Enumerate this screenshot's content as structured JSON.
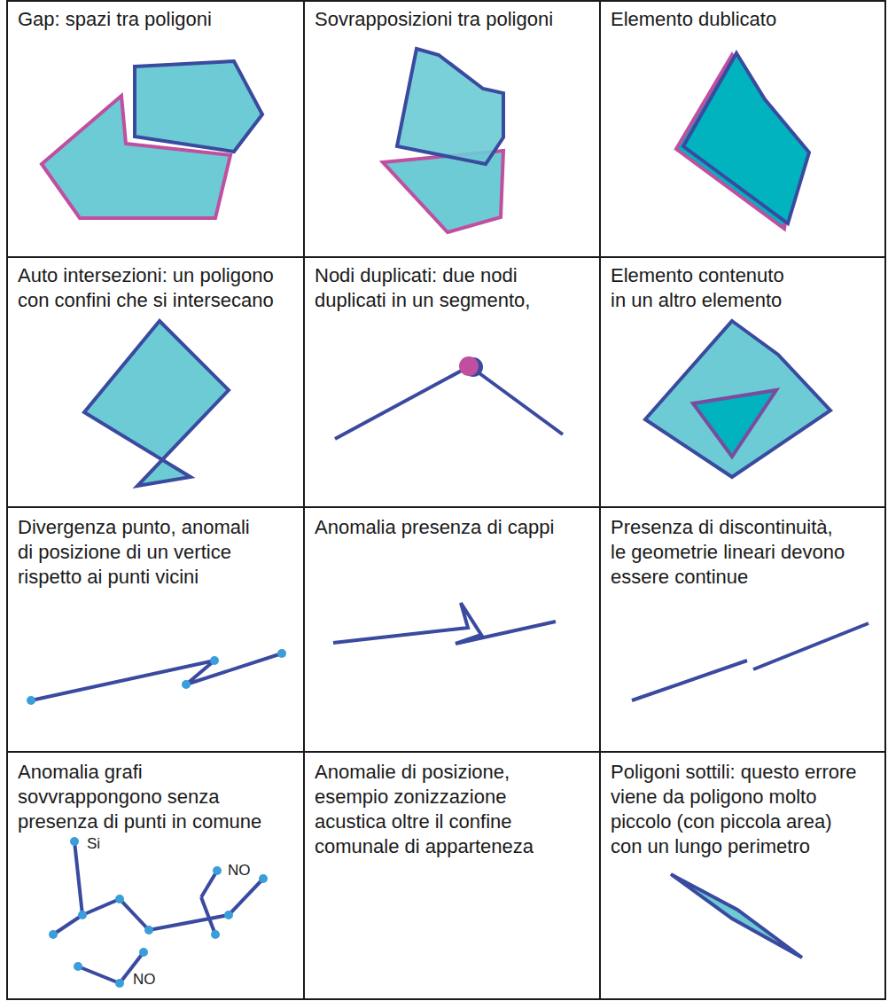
{
  "diagram": {
    "nodes": [
      {
        "text": [
          "Gap: spazi tra poligoni"
        ]
      },
      {
        "text": [
          "Sovrapposizioni tra poligoni"
        ]
      },
      {
        "text": [
          "Elemento dublicato"
        ]
      },
      {
        "text": [
          "Auto intersezioni: un poligono con confini che si intersecano"
        ]
      },
      {
        "text": [
          "Nodi duplicati: due nodi duplicati in un segmento,"
        ]
      },
      {
        "text": [
          "Elemento contenuto in un altro elemento"
        ]
      },
      {
        "text": [
          "Divergenza punto, anomali di posizione di un vertice rispetto ai punti vicini"
        ]
      },
      {
        "text": [
          "Anomalia presenza di cappi"
        ]
      },
      {
        "text": [
          "Presenza di discontinuità, le geometrie lineari devono essere continue"
        ]
      },
      {
        "text": [
          "Anomalia grafi sovvrappongono senza presenza di punti in comune"
        ]
      },
      {
        "text": [
          "Anomalie di posizione, esempio zonizzazione acustica oltre il confine comunale di apparteneza"
        ]
      },
      {
        "text": [
          "Poligoni sottili: questo errore viene da poligono molto piccolo (con piccola area) con un lungo perimetro"
        ]
      }
    ],
    "labels": [
      "Si",
      "NO",
      "NO"
    ]
  }
}
